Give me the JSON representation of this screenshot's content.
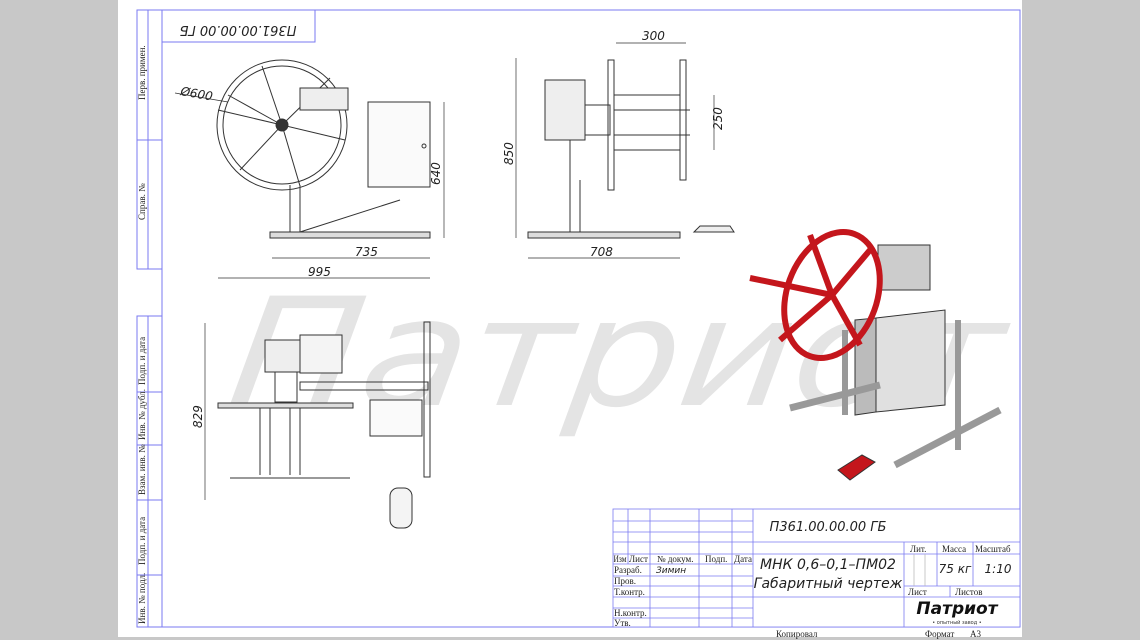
{
  "drawing": {
    "code": "П361.00.00.00 ГБ",
    "code_mirrored": "П361.00.00.00 ГБ",
    "watermark": "Патриот",
    "dimensions": {
      "diameter": "Ø600",
      "height_front": "640",
      "base_inner": "735",
      "base_outer": "995",
      "height_side": "850",
      "reel_width": "300",
      "hub": "250",
      "base_side": "708",
      "height_top": "829"
    }
  },
  "side_strip": {
    "upper": [
      "Перв. примен.",
      "Справ. №"
    ],
    "lower": [
      "Подп. и дата",
      "Инв. № дубл.",
      "Взам. инв. №",
      "Подп. и дата",
      "Инв. № подл."
    ]
  },
  "title_block": {
    "code": "П361.00.00.00 ГБ",
    "name_line1": "МНК 0,6–0,1–ПМ02",
    "name_line2": "Габаритный чертеж",
    "headers": {
      "izm": "Изм",
      "list": "Лист",
      "doc": "№ докум.",
      "sign": "Подп.",
      "date": "Дата"
    },
    "roles": [
      "Разраб.",
      "Пров.",
      "Т.контр.",
      "",
      "Н.контр.",
      "Утв."
    ],
    "developer": "Зимин",
    "lit_label": "Лит.",
    "mass_label": "Масса",
    "scale_label": "Масштаб",
    "mass": "75 кг",
    "scale": "1:10",
    "sheet_label": "Лист",
    "sheets_label": "Листов",
    "logo": "Патриот",
    "logo_sub": "• опытный завод •"
  },
  "footer": {
    "copied": "Копировал",
    "format_label": "Формат",
    "format": "А3"
  },
  "colors": {
    "frame": "#6a6af0",
    "red_part": "#c4161c",
    "watermark": "#e2e2e2"
  }
}
